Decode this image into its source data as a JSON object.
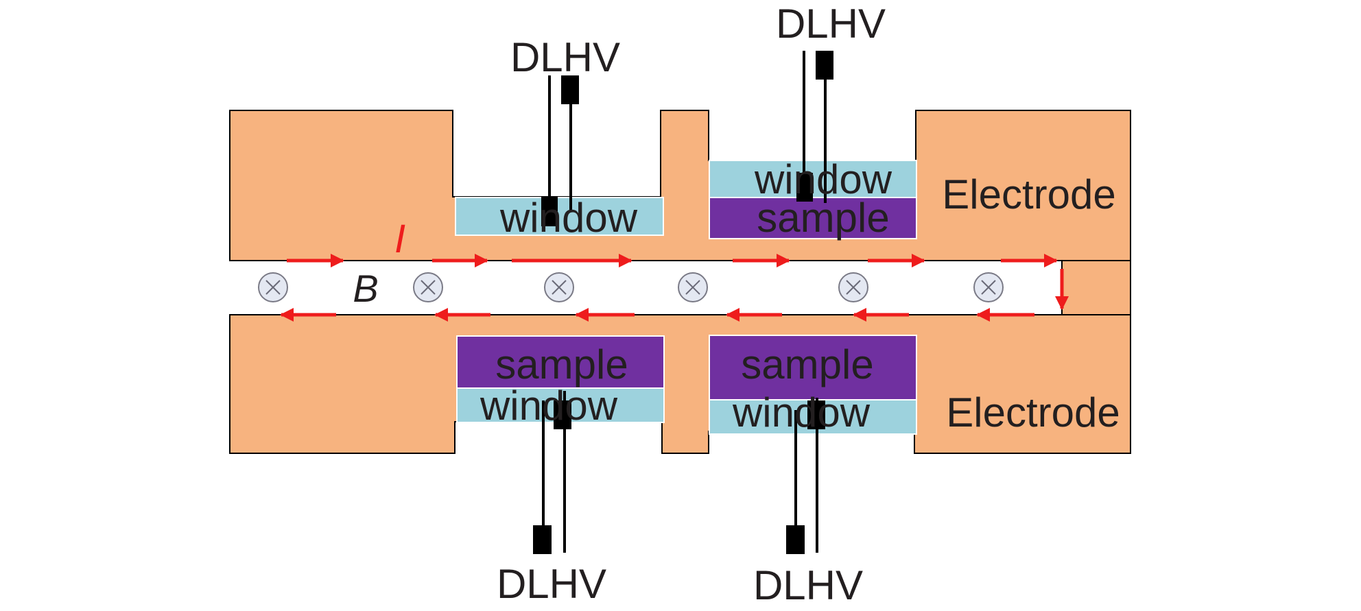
{
  "labels": {
    "electrode_top": "Electrode",
    "electrode_bottom": "Electrode",
    "current_symbol": "I",
    "field_symbol": "B",
    "window_top_left": "window",
    "window_top_right": "window",
    "sample_top_right": "sample",
    "sample_bottom_left": "sample",
    "window_bottom_left": "window",
    "sample_bottom_right": "sample",
    "window_bottom_right": "window",
    "probe_top_left": "DLHV",
    "probe_top_right": "DLHV",
    "probe_bottom_left": "DLHV",
    "probe_bottom_right": "DLHV"
  },
  "colors": {
    "electrode": "#f7b37f",
    "window": "#9dd2dd",
    "sample": "#7030a0",
    "current_arrow": "#ee1c1c",
    "field_marker_fill": "#e4e8f2",
    "probe": "#000000",
    "text": "#231f20"
  },
  "field_marker_symbol": "⊗",
  "field_marker_count": 6
}
